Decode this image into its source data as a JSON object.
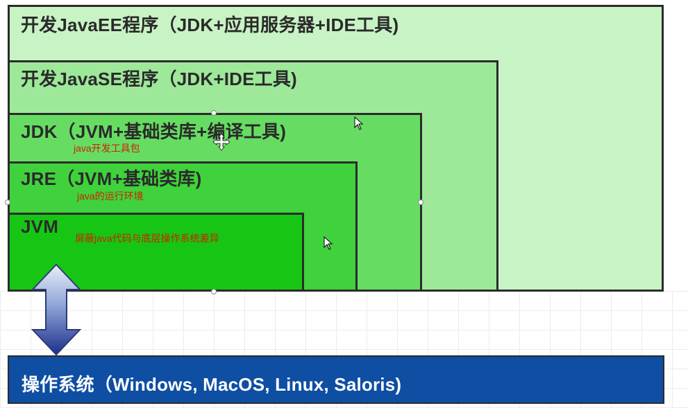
{
  "boxes": {
    "javaee": {
      "title": "开发JavaEE程序（JDK+应用服务器+IDE工具)"
    },
    "javase": {
      "title": "开发JavaSE程序（JDK+IDE工具)"
    },
    "jdk": {
      "title": "JDK（JVM+基础类库+编译工具)",
      "note": "java开发工具包"
    },
    "jre": {
      "title": "JRE（JVM+基础类库)",
      "note": "java的运行环境"
    },
    "jvm": {
      "title": "JVM",
      "note": "屏蔽java代码与底层操作系统差异"
    }
  },
  "os": {
    "title": "操作系统（Windows, MacOS, Linux, Saloris)"
  },
  "colors": {
    "javaee": "#c8f3c4",
    "javase": "#9ee89a",
    "jdk": "#66dd62",
    "jre": "#3fd23c",
    "jvm": "#17c614",
    "os": "#0e4ea3",
    "note": "#cc2200"
  },
  "icons": [
    "move-cursor-icon",
    "pointer-cursor-icon",
    "double-arrow-icon",
    "resize-handle-icon"
  ]
}
